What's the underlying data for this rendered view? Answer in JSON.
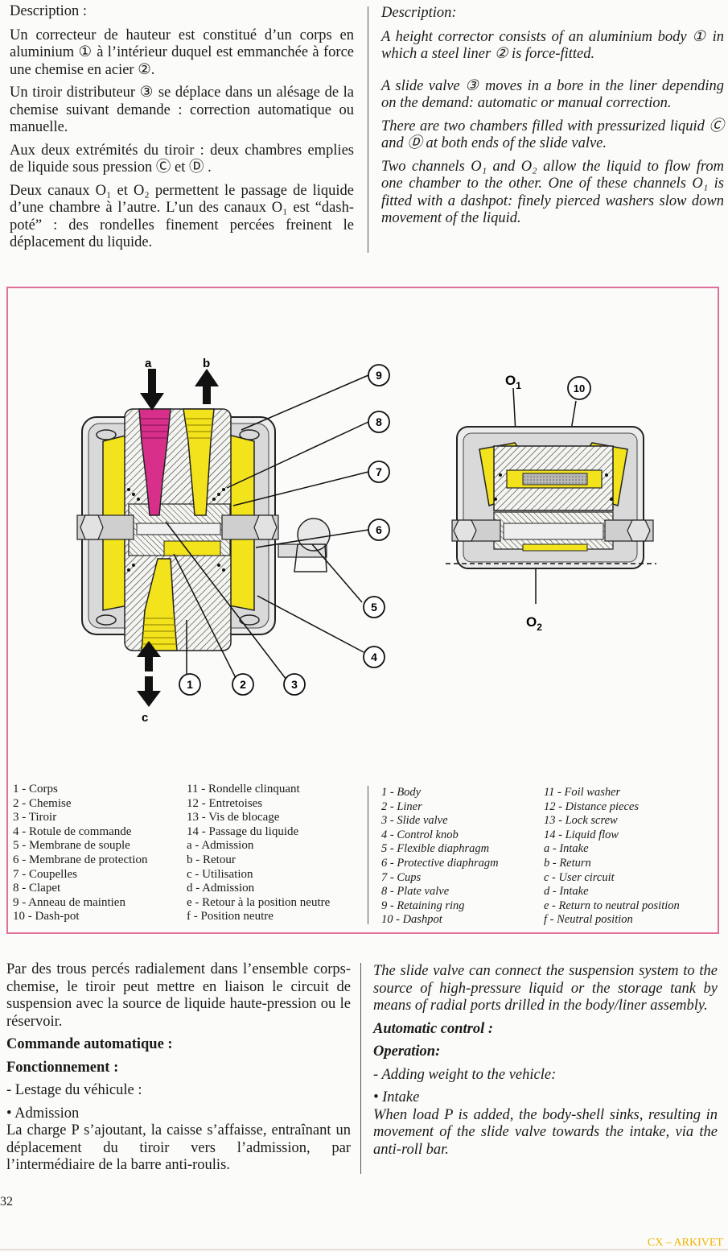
{
  "top": {
    "fr": {
      "heading": "Description :",
      "p1": "Un correcteur de hauteur est constitué d’un corps en aluminium ① à l’intérieur duquel est emmanchée à force une chemise en acier ②.",
      "p2": "Un tiroir distributeur ③ se déplace dans un alésage de la chemise suivant demande : correction automatique ou manuelle.",
      "p3": "Aux deux extrémités du tiroir : deux chambres emplies de liquide sous pression Ⓒ et Ⓓ .",
      "p4": "Deux canaux O₁ et O₂ permettent le passage de liquide d’une chambre à l’autre. L’un des canaux O₁ est “dash-poté” : des rondelles finement percées freinent le déplacement du liquide."
    },
    "en": {
      "heading": "Description:",
      "p1": "A height corrector consists of an aluminium body ① in which a steel liner ② is force-fitted.",
      "p2": "A slide valve ③ moves in a bore in the liner depending on the demand: automatic or manual correction.",
      "p3": "There are two chambers filled with pressurized liquid Ⓒ and Ⓓ at both ends of the slide valve.",
      "p4": "Two channels O₁ and O₂ allow the liquid to flow from one chamber to the other. One of these channels O₁ is fitted with a dashpot: finely pierced washers slow down movement of the liquid."
    }
  },
  "diagram": {
    "arrow_labels": {
      "a": "a",
      "b": "b",
      "c": "c"
    },
    "callouts": [
      "1",
      "2",
      "3",
      "4",
      "5",
      "6",
      "7",
      "8",
      "9",
      "10"
    ],
    "o1": "O",
    "o1_sub": "1",
    "o2": "O",
    "o2_sub": "2",
    "colors": {
      "frame": "#e0709a",
      "yellow": "#f2e31c",
      "magenta": "#d8308a",
      "ink": "#1a1a1a"
    }
  },
  "legend": {
    "fr_left": [
      "1 - Corps",
      "2 - Chemise",
      "3 - Tiroir",
      "4 - Rotule de commande",
      "5 - Membrane de souple",
      "6 - Membrane de protection",
      "7 - Coupelles",
      "8 - Clapet",
      "9 - Anneau de maintien",
      "10 - Dash-pot"
    ],
    "fr_right": [
      "11 - Rondelle clinquant",
      "12 - Entretoises",
      "13 - Vis de blocage",
      "14 - Passage du liquide",
      "a - Admission",
      "b - Retour",
      "c - Utilisation",
      "d - Admission",
      "e - Retour à la position neutre",
      "f - Position neutre"
    ],
    "en_left": [
      "1 - Body",
      "2 - Liner",
      "3 - Slide valve",
      "4 - Control knob",
      "5 - Flexible diaphragm",
      "6 - Protective diaphragm",
      "7 - Cups",
      "8 - Plate valve",
      "9 - Retaining ring",
      "10 - Dashpot"
    ],
    "en_right": [
      "11 - Foil washer",
      "12 - Distance pieces",
      "13 - Lock screw",
      "14 - Liquid flow",
      "a - Intake",
      "b - Return",
      "c - User circuit",
      "d - Intake",
      "e - Return to neutral position",
      "f - Neutral position"
    ]
  },
  "bottom": {
    "fr": {
      "p1": "Par des trous percés radialement dans l’ensemble corps-chemise, le tiroir peut mettre en liaison le circuit de suspension avec la source de liquide haute-pression ou le réservoir.",
      "h1": "Commande automatique :",
      "h2": "Fonctionnement :",
      "l1": "- Lestage du véhicule :",
      "l2": "• Admission",
      "p2": "La charge P s’ajoutant, la caisse s’affaisse, entraînant un déplacement du tiroir vers l’admission, par l’intermédiaire de la barre anti-roulis."
    },
    "en": {
      "p1": "The slide valve can connect the suspension system to the source of high-pressure liquid or the storage tank by means of radial ports drilled in the body/liner assembly.",
      "h1": "Automatic control :",
      "h2": "Operation:",
      "l1": "- Adding weight to the vehicle:",
      "l2": "• Intake",
      "p2": "When load P is added, the body-shell sinks, resulting in movement of the slide valve towards the intake, via the anti-roll bar."
    }
  },
  "footer": {
    "page_number": "32",
    "brand": "CX – ARKIVET"
  }
}
